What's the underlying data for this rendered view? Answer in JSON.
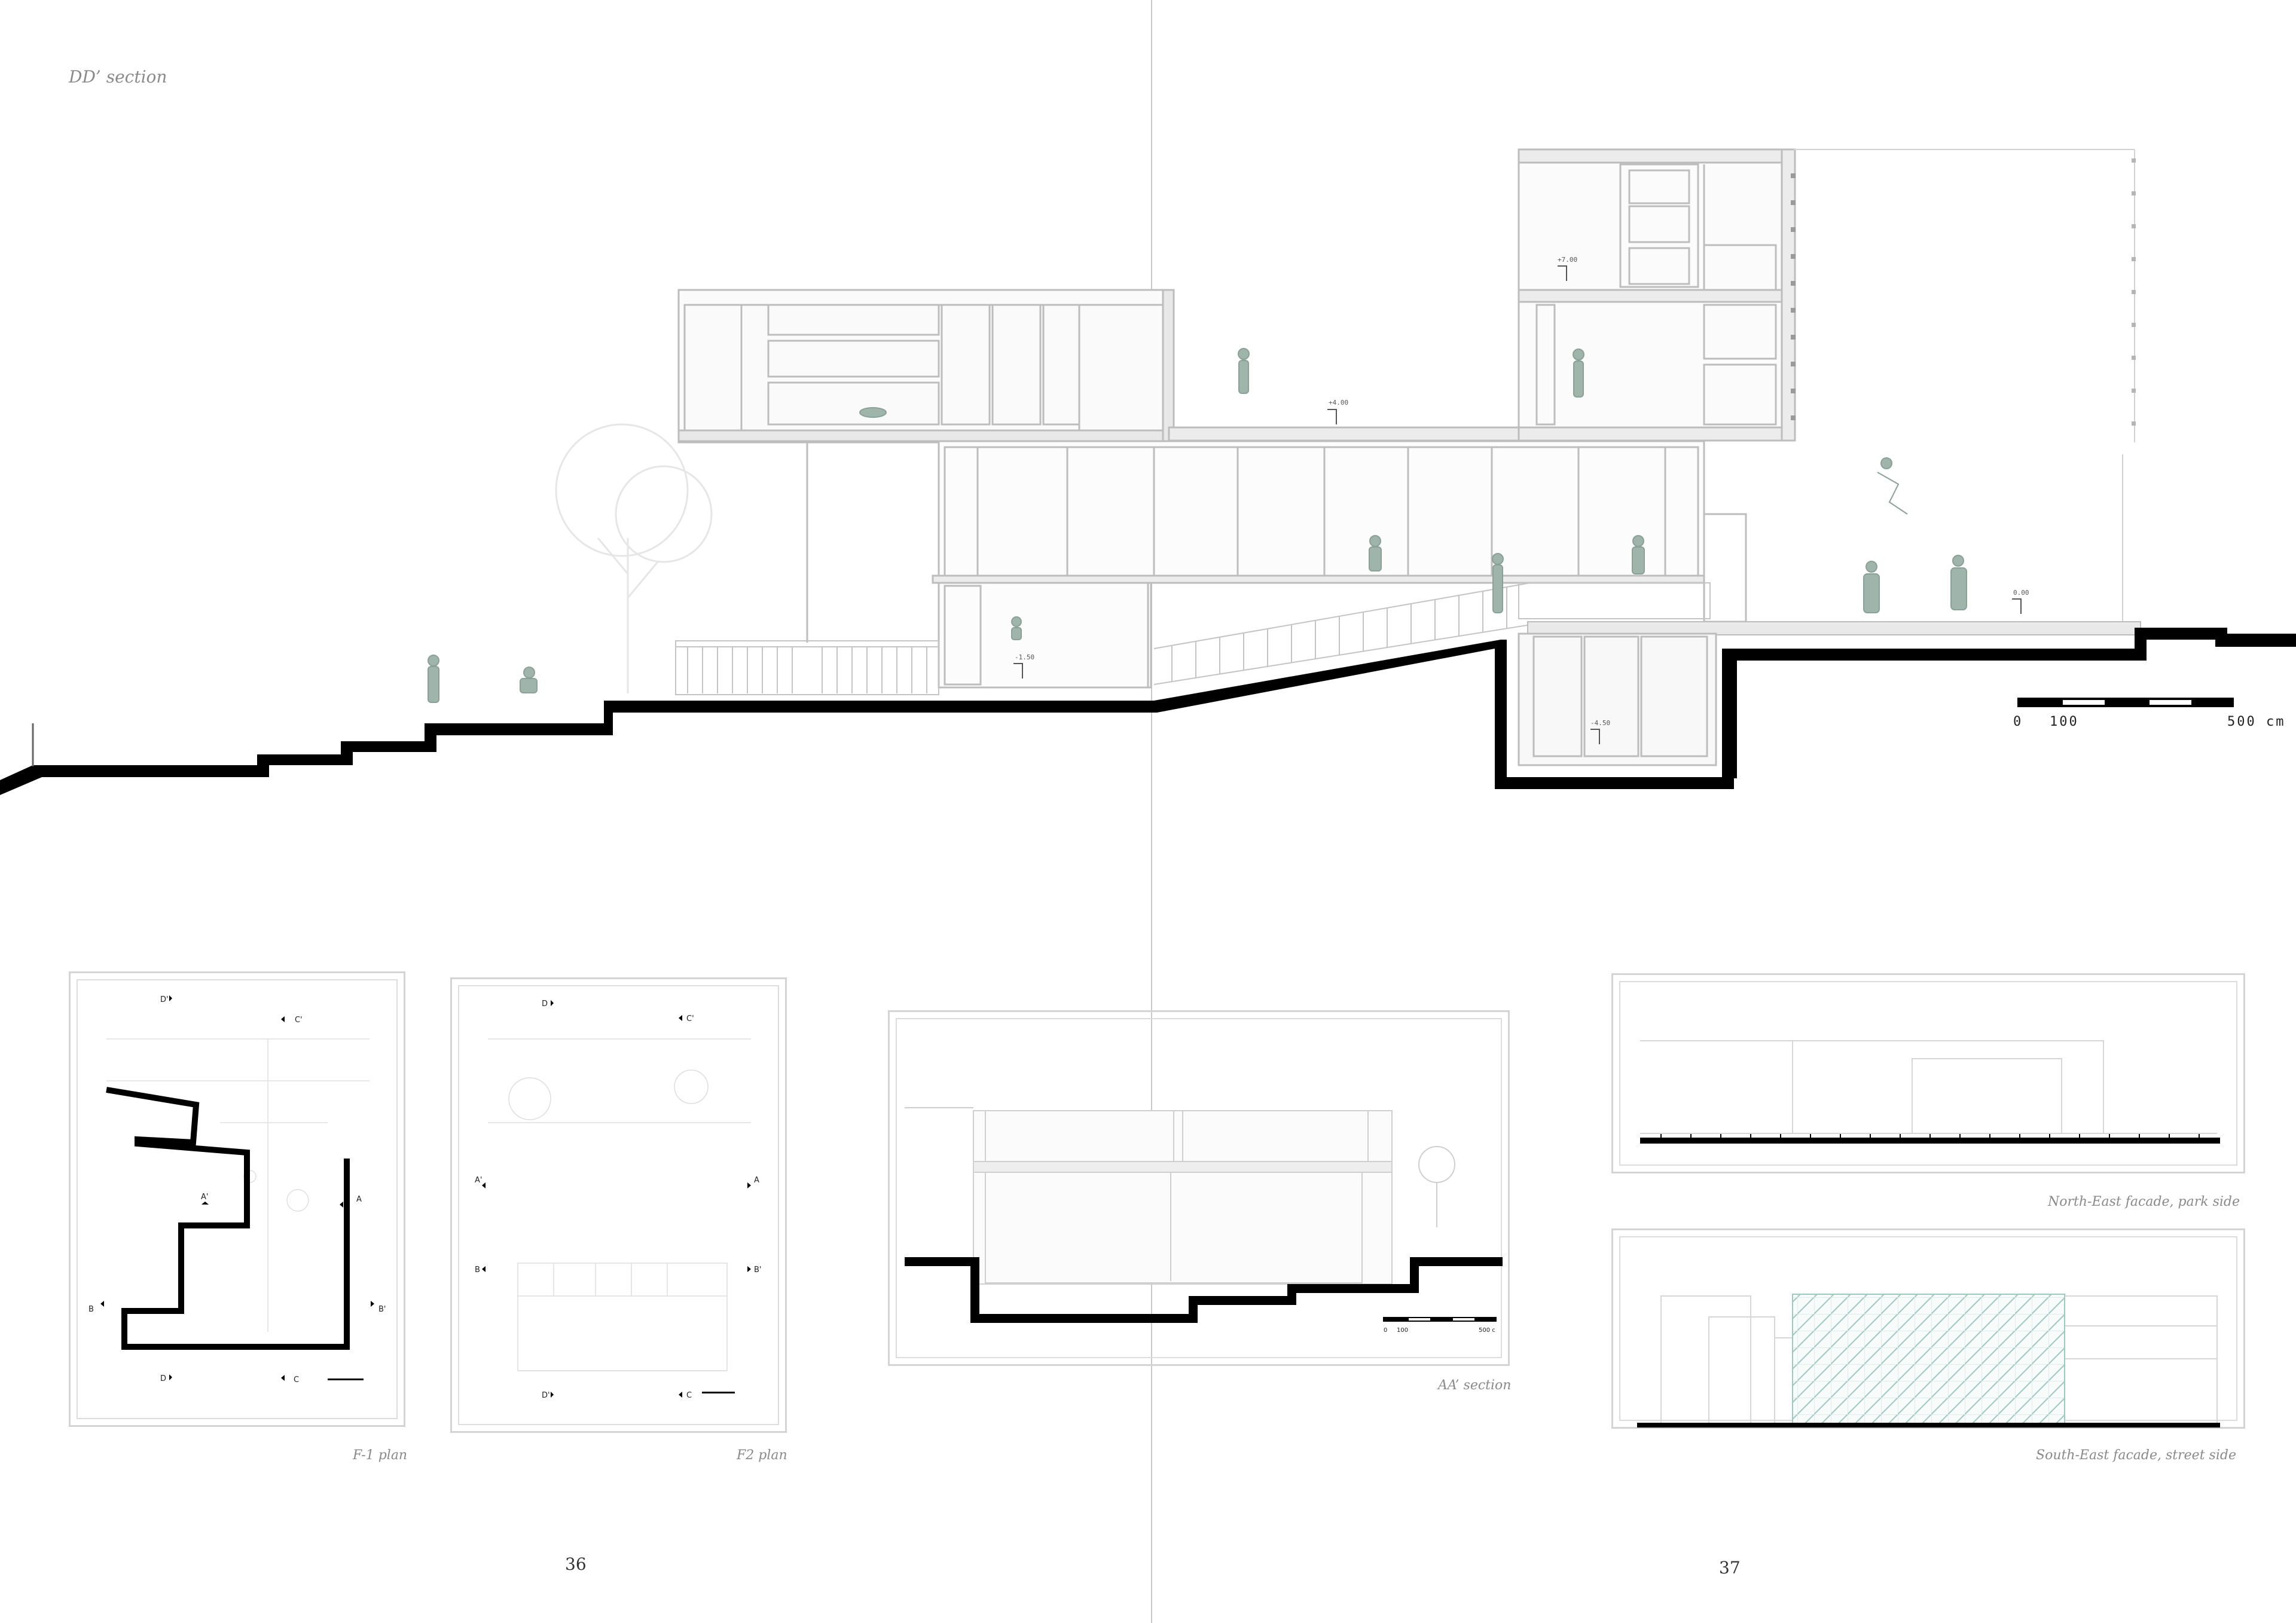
{
  "page": {
    "section_title": "DD’ section",
    "page_left": "36",
    "page_right": "37"
  },
  "main_section": {
    "scale_bar": {
      "label_0": "0",
      "label_100": "100",
      "label_500": "500 cm"
    },
    "levels": [
      "+4.00",
      "+7.00",
      "-1.50",
      "0.00",
      "-4.50"
    ]
  },
  "drawings": [
    {
      "caption": "F-1 plan",
      "markers": [
        "D'",
        "C'",
        "A'",
        "A",
        "B",
        "B'",
        "D",
        "C"
      ]
    },
    {
      "caption": "F2 plan",
      "markers": [
        "D",
        "C'",
        "A'",
        "A",
        "B",
        "B'",
        "D'",
        "C"
      ]
    },
    {
      "caption": "AA’ section",
      "scale": {
        "label_0": "0",
        "label_100": "100",
        "label_500": "500 c"
      }
    },
    {
      "caption": "North-East facade, park side"
    },
    {
      "caption": "South-East facade, street side"
    }
  ],
  "colors": {
    "ground": "#000000",
    "line": "#b8b8b8",
    "accent_figure": "#9fb5ab",
    "pattern": "#9cc9c0"
  }
}
